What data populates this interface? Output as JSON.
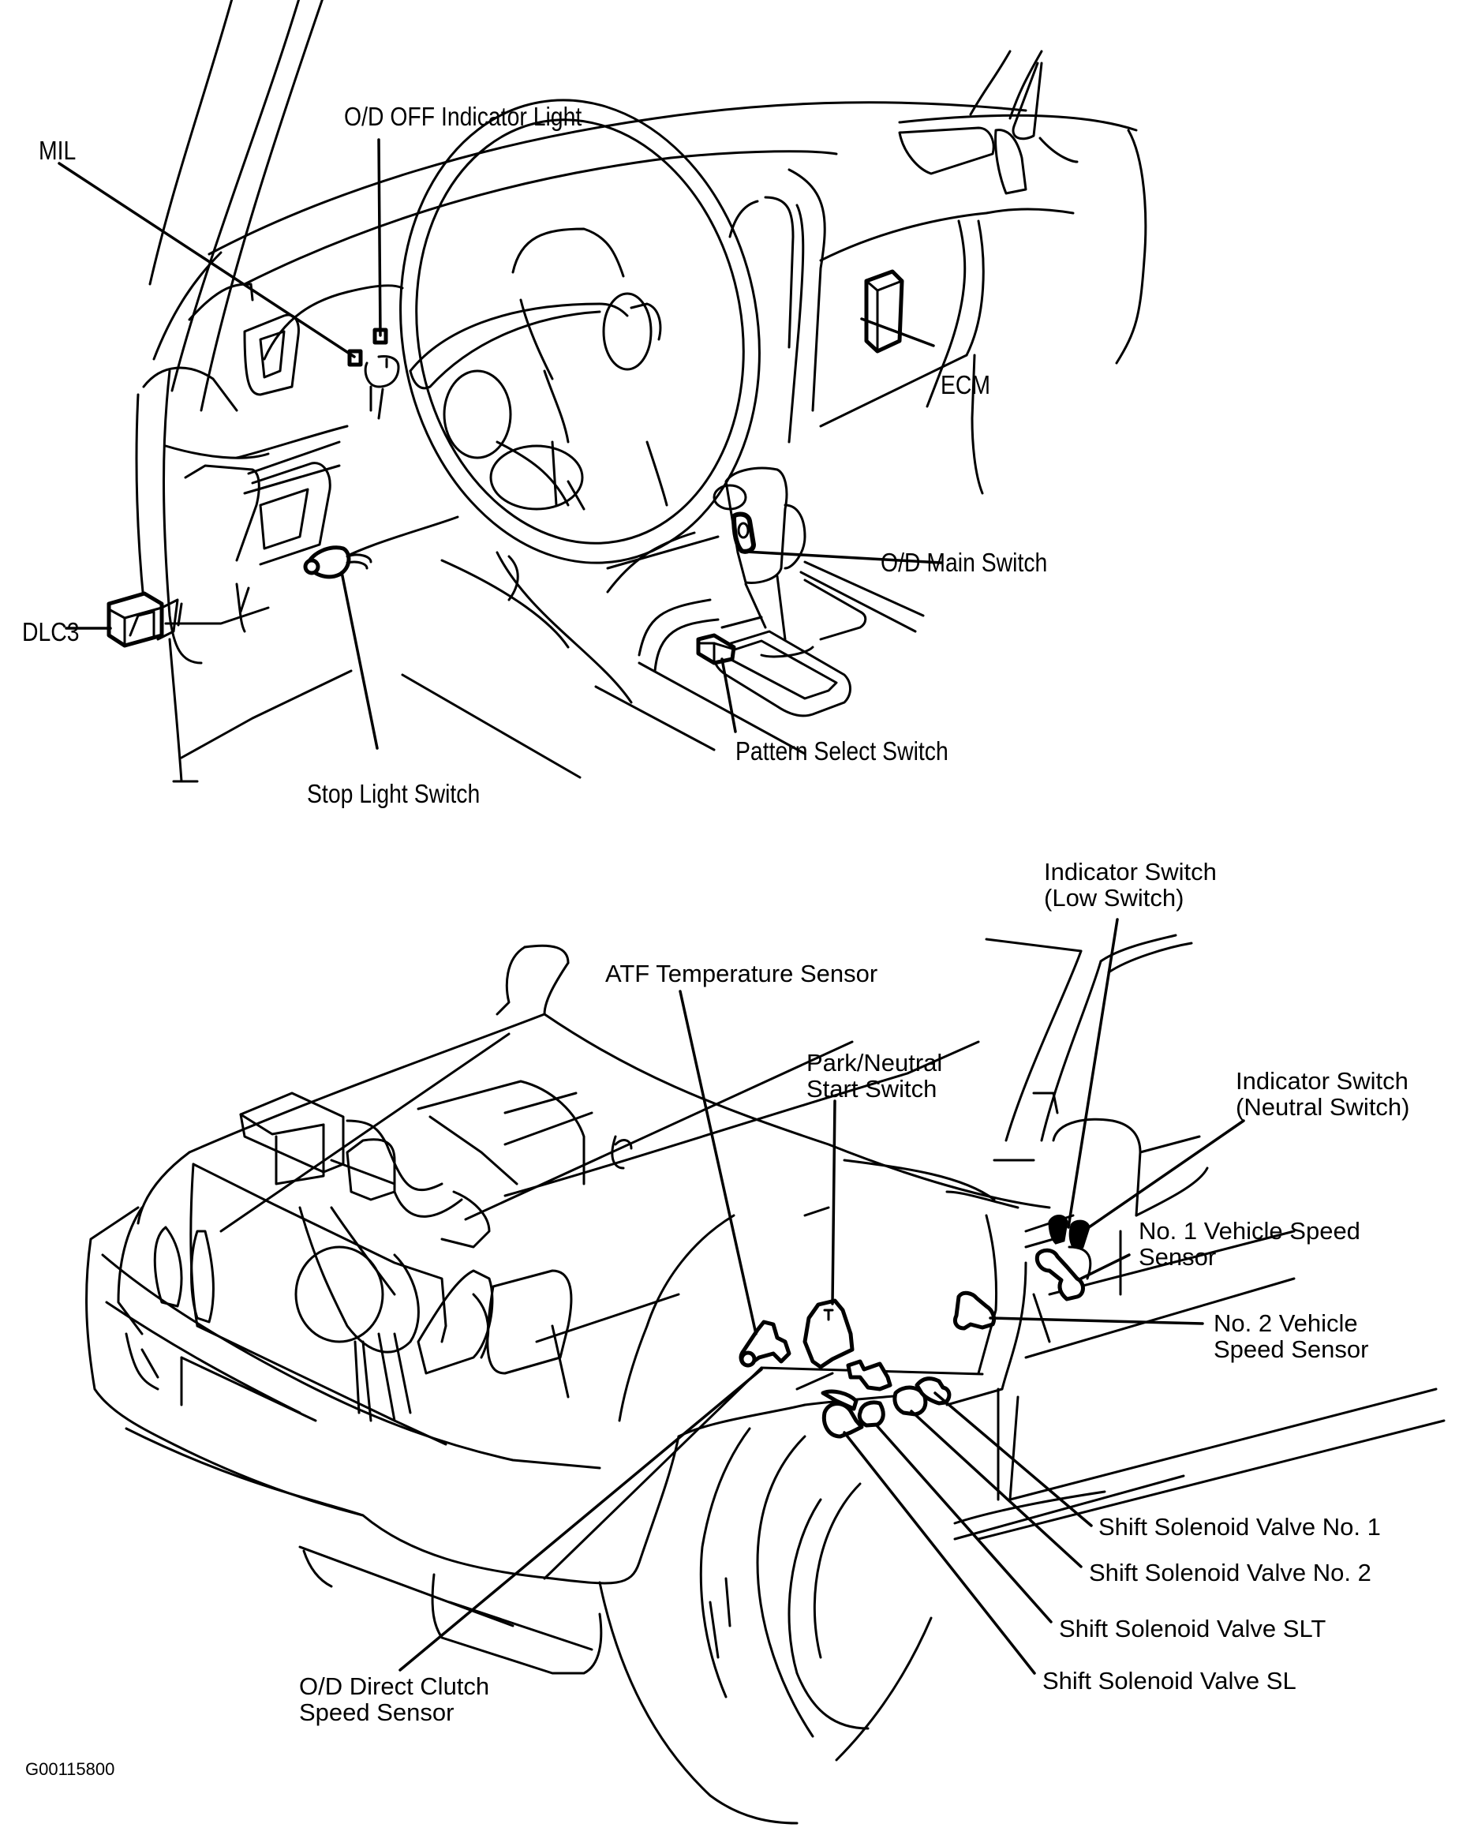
{
  "figure_id": "G00115800",
  "interior_view": {
    "labels": {
      "mil": "MIL",
      "od_off_indicator": "O/D OFF Indicator Light",
      "ecm": "ECM",
      "od_main_switch": "O/D Main Switch",
      "dlc3": "DLC3",
      "pattern_select_switch": "Pattern Select Switch",
      "stop_light_switch": "Stop Light Switch"
    }
  },
  "engine_view": {
    "labels": {
      "indicator_low_line1": "Indicator Switch",
      "indicator_low_line2": "(Low Switch)",
      "atf_temp_sensor": "ATF Temperature Sensor",
      "park_neutral_line1": "Park/Neutral",
      "park_neutral_line2": "Start Switch",
      "indicator_neutral_line1": "Indicator Switch",
      "indicator_neutral_line2": "(Neutral Switch)",
      "vss1_line1": "No. 1 Vehicle Speed",
      "vss1_line2": "Sensor",
      "vss2_line1": "No. 2 Vehicle",
      "vss2_line2": "Speed Sensor",
      "ssv1": "Shift Solenoid Valve No. 1",
      "ssv2": "Shift Solenoid Valve No. 2",
      "ssv_slt": "Shift Solenoid Valve SLT",
      "ssv_sl": "Shift Solenoid Valve SL",
      "od_clutch_line1": "O/D Direct Clutch",
      "od_clutch_line2": "Speed Sensor"
    }
  }
}
